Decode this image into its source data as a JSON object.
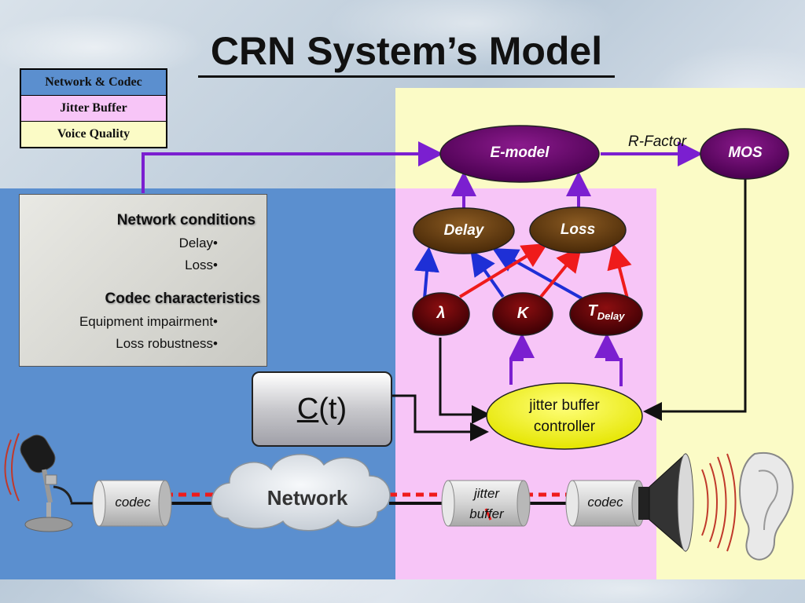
{
  "title": "CRN System’s Model",
  "legend": {
    "network_codec": "Network & Codec",
    "jitter_buffer": "Jitter Buffer",
    "voice_quality": "Voice Quality"
  },
  "colors": {
    "network_region": "#5b8fcf",
    "jitter_region": "#f7c5f7",
    "voice_region": "#fbfbc6",
    "arrow_purple": "#7b1fd0",
    "arrow_blue": "#1e2fd6",
    "arrow_red": "#ef1b1b"
  },
  "info": {
    "network_heading": "Network conditions",
    "network_items": [
      "Delay•",
      "Loss•"
    ],
    "codec_heading": "Codec characteristics",
    "codec_items": [
      "Equipment impairment•",
      "Loss robustness•"
    ]
  },
  "nodes": {
    "emodel": "E-model",
    "mos": "MOS",
    "rfactor": "R-Factor",
    "delay": "Delay",
    "loss": "Loss",
    "lambda": "λ",
    "k": "K",
    "tdelay_main": "T",
    "tdelay_sub": "Delay",
    "jbc_line1": "jitter buffer",
    "jbc_line2": "controller",
    "ct_c": "C",
    "ct_rest": "(t)"
  },
  "pipeline": {
    "codec_left": "codec",
    "network": "Network",
    "jitter_line1": "jitter",
    "jitter_line2": "buffer",
    "codec_right": "codec"
  },
  "icons": [
    "microphone-icon",
    "cloud-icon",
    "speaker-icon",
    "ear-icon",
    "sound-wave-icon"
  ]
}
